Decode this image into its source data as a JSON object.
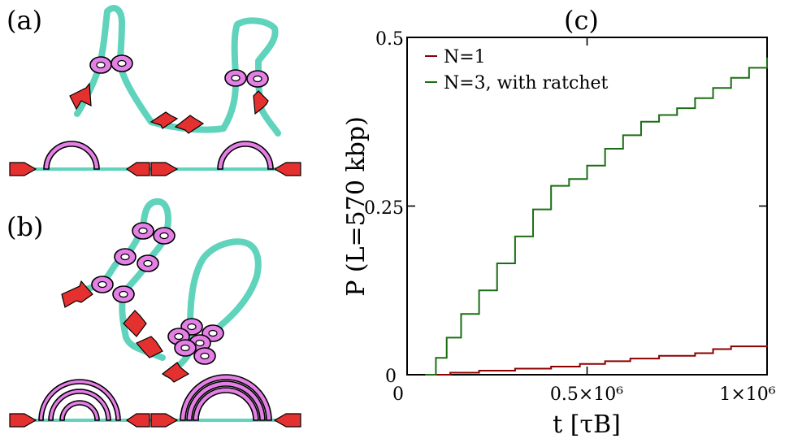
{
  "panels": {
    "a": "(a)",
    "b": "(b)",
    "c": "(c)"
  },
  "chart_data": {
    "type": "line",
    "xlabel": "t [τB]",
    "ylabel": "P (L=570 kbp)",
    "xlim": [
      0,
      1000000
    ],
    "ylim": [
      0,
      0.5
    ],
    "x_tick_labels": [
      "0",
      "0.5×10⁶",
      "1×10⁶"
    ],
    "y_tick_labels": [
      "0",
      "0.25",
      "0.5"
    ],
    "legend_position": "top-left",
    "series": [
      {
        "name": "N=1",
        "color": "#8b0000",
        "x": [
          60000,
          120000,
          200000,
          300000,
          400000,
          480000,
          550000,
          620000,
          700000,
          800000,
          850000,
          900000,
          1000000
        ],
        "y": [
          0.0,
          0.003,
          0.006,
          0.009,
          0.012,
          0.016,
          0.02,
          0.024,
          0.028,
          0.032,
          0.038,
          0.042,
          0.044
        ]
      },
      {
        "name": "N=3, with ratchet",
        "color": "#1a6e14",
        "x": [
          50000,
          80000,
          110000,
          150000,
          200000,
          250000,
          300000,
          350000,
          400000,
          450000,
          500000,
          550000,
          600000,
          650000,
          700000,
          750000,
          800000,
          850000,
          900000,
          950000,
          1000000
        ],
        "y": [
          0.0,
          0.025,
          0.055,
          0.09,
          0.125,
          0.165,
          0.205,
          0.245,
          0.28,
          0.29,
          0.31,
          0.335,
          0.355,
          0.375,
          0.385,
          0.395,
          0.41,
          0.425,
          0.44,
          0.455,
          0.47
        ]
      }
    ]
  },
  "colors": {
    "chromatin": "#5fd3bc",
    "cohesin": "#e47fe6",
    "ctcf": "#e53030"
  }
}
